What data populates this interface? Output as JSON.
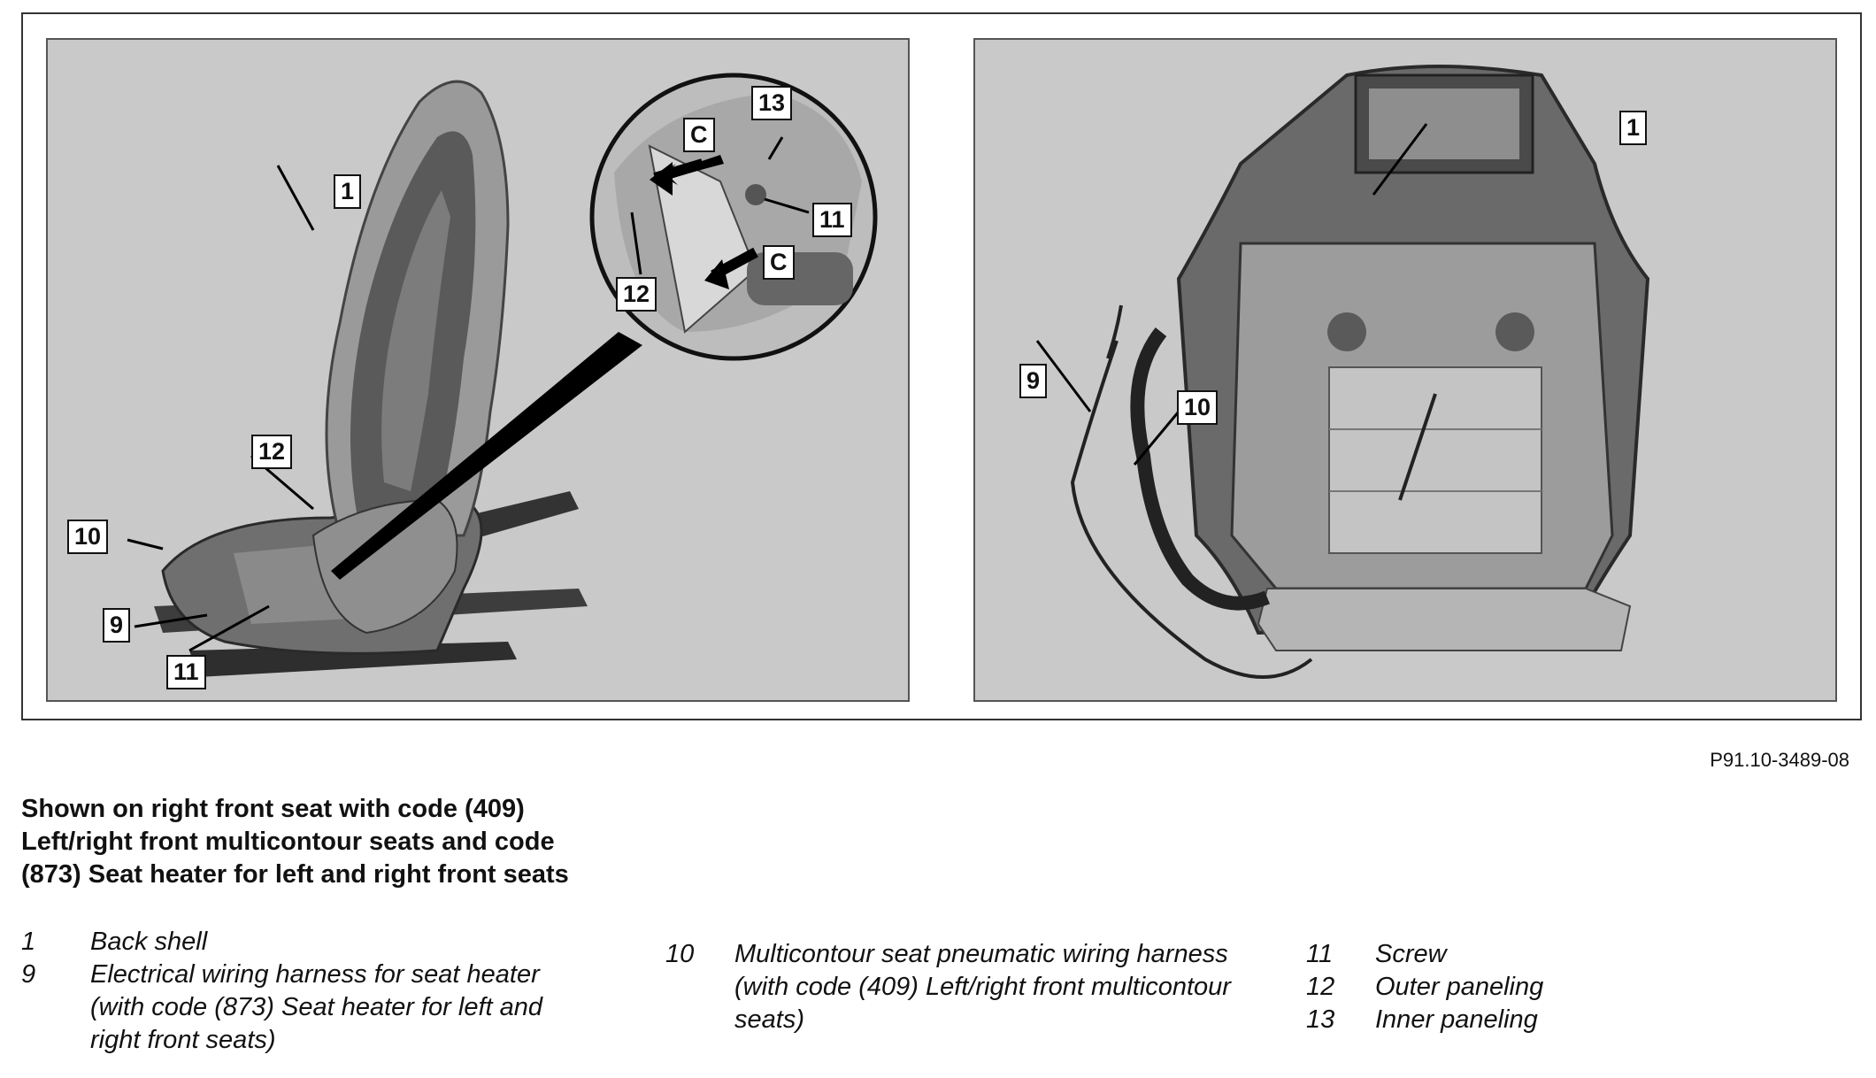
{
  "figure": {
    "left_panel": {
      "callouts": {
        "c1": "1",
        "c10": "10",
        "c9": "9",
        "c11": "11",
        "c12": "12",
        "z13": "13",
        "z11": "11",
        "z12": "12",
        "zC1": "C",
        "zC2": "C"
      }
    },
    "right_panel": {
      "callouts": {
        "c1": "1",
        "c9": "9",
        "c10": "10"
      }
    },
    "reference_code": "P91.10-3489-08"
  },
  "caption": "Shown on right front seat with code (409) Left/right front multicontour seats and code (873) Seat heater for left and right front seats",
  "legend": [
    [
      {
        "num": "1",
        "text": "Back shell"
      },
      {
        "num": "9",
        "text": "Electrical wiring harness for seat heater (with code (873) Seat heater for left and right front seats)"
      }
    ],
    [
      {
        "num": "10",
        "text": "Multicontour seat pneumatic wiring harness",
        "note": "(with code (409) Left/right front multicontour seats)"
      }
    ],
    [
      {
        "num": "11",
        "text": "Screw"
      },
      {
        "num": "12",
        "text": "Outer paneling"
      },
      {
        "num": "13",
        "text": "Inner paneling"
      }
    ]
  ]
}
